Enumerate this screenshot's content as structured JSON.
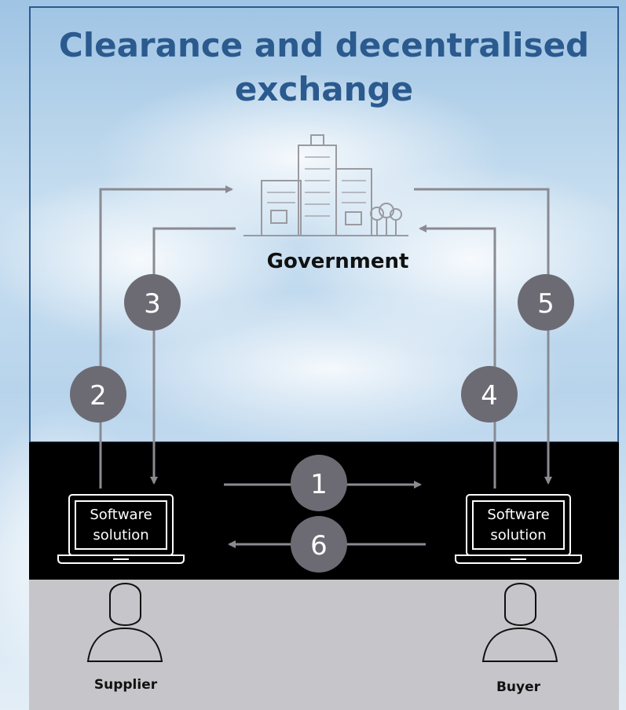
{
  "title": {
    "line1": "Clearance and decentralised",
    "line2": "exchange"
  },
  "government": {
    "label": "Government",
    "icon": "government-buildings-icon"
  },
  "supplier": {
    "laptop_line1": "Software",
    "laptop_line2": "solution",
    "label": "Supplier"
  },
  "buyer": {
    "laptop_line1": "Software",
    "laptop_line2": "solution",
    "label": "Buyer"
  },
  "steps": [
    "1",
    "2",
    "3",
    "4",
    "5",
    "6"
  ],
  "colors": {
    "title": "#2b5a8e",
    "border": "#2a5a91",
    "arrow": "#8a8a92",
    "badge": "#6c6b73",
    "band_dark": "#000000",
    "band_light": "#c6c6ca"
  }
}
